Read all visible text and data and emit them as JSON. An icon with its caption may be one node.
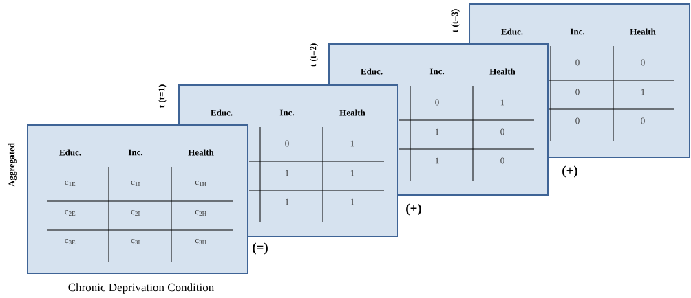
{
  "diagram": {
    "nodes": [
      {
        "text": [
          "Educ.",
          "Inc.",
          "Health",
          "c$_{1E}$",
          "c$_{1I}$",
          "c$_{1H}$",
          "c$_{2E}$",
          "c$_{2I}$",
          "c$_{2H}$",
          "c$_{3E}$",
          "c$_{3I}$",
          "c$_{3H}$"
        ],
        "beside": [
          "Aggregated",
          "Chronic Deprivation Condition"
        ]
      },
      {
        "text": [
          "Educ.",
          "Inc.",
          "Health",
          "0",
          "1",
          "1",
          "1",
          "1",
          "1"
        ],
        "beside": [
          "t (t=1)"
        ]
      },
      {
        "text": [
          "Educ.",
          "Inc.",
          "Health",
          "0",
          "1",
          "1",
          "0",
          "1",
          "0"
        ],
        "beside": [
          "t (t=2)"
        ]
      },
      {
        "text": [
          "Educ.",
          "Inc.",
          "Health",
          "0",
          "0",
          "0",
          "1",
          "0",
          "0"
        ],
        "beside": [
          "t (t=3)"
        ]
      }
    ],
    "labels": [
      "(=)",
      "(+)",
      "(+)"
    ]
  }
}
